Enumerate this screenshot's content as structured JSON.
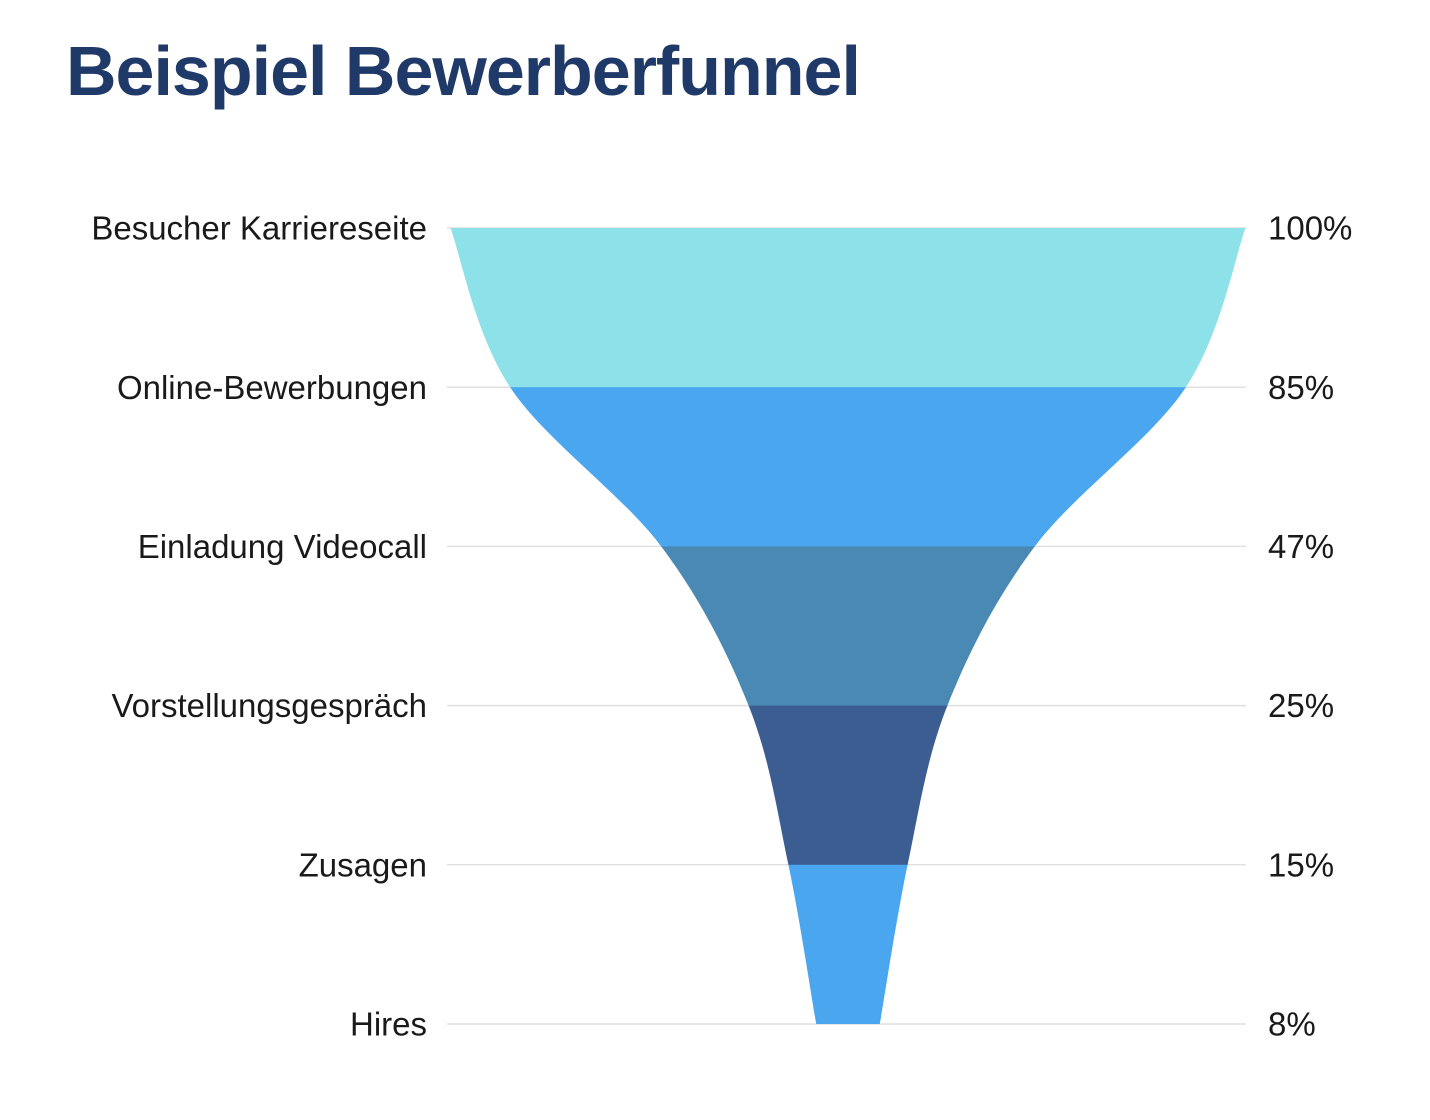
{
  "title": "Beispiel Bewerberfunnel",
  "title_color": "#1f3a68",
  "background_color": "#ffffff",
  "chart_data": {
    "type": "funnel",
    "title": "Beispiel Bewerberfunnel",
    "orientation": "vertical",
    "value_format": "percent-of-top",
    "grid": true,
    "gridline_color": "#e0e0e0",
    "label_color": "#1a1a1a",
    "stages": [
      {
        "label": "Besucher Karriereseite",
        "percent": 100,
        "display": "100%",
        "segment_color": "#8de1e8"
      },
      {
        "label": "Online-Bewerbungen",
        "percent": 85,
        "display": "85%",
        "segment_color": "#4ba6f0"
      },
      {
        "label": "Einladung Videocall",
        "percent": 47,
        "display": "47%",
        "segment_color": "#4a89b4"
      },
      {
        "label": "Vorstellungsgespräch",
        "percent": 25,
        "display": "25%",
        "segment_color": "#3b5d92"
      },
      {
        "label": "Zusagen",
        "percent": 15,
        "display": "15%",
        "segment_color": "#4ba6f0"
      },
      {
        "label": "Hires",
        "percent": 8,
        "display": "8%",
        "segment_color": null
      }
    ]
  }
}
